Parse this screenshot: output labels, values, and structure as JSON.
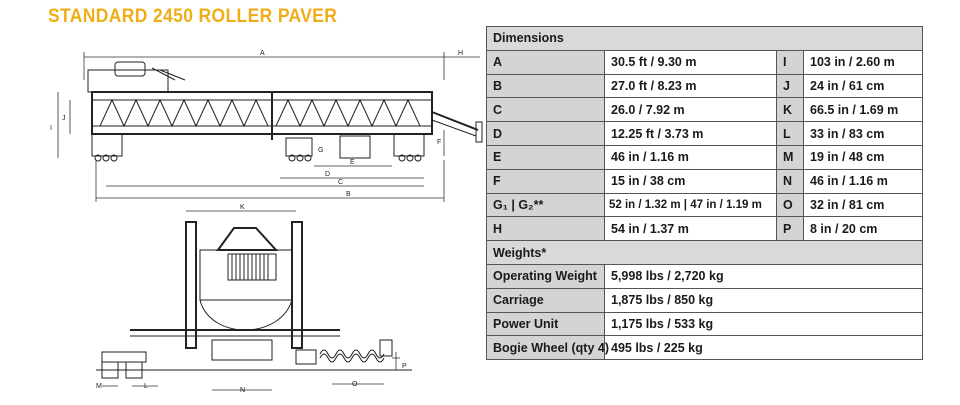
{
  "title": "STANDARD 2450 ROLLER PAVER",
  "diagram": {
    "labels": [
      "A",
      "H",
      "I",
      "J",
      "F",
      "G",
      "E",
      "D",
      "C",
      "B",
      "K",
      "M",
      "L",
      "N",
      "O",
      "P"
    ]
  },
  "dimensions": {
    "header": "Dimensions",
    "rows": [
      {
        "left_label": "A",
        "left_value": "30.5 ft / 9.30 m",
        "right_label": "I",
        "right_value": "103 in / 2.60 m"
      },
      {
        "left_label": "B",
        "left_value": "27.0 ft / 8.23 m",
        "right_label": "J",
        "right_value": "24 in / 61 cm"
      },
      {
        "left_label": "C",
        "left_value": "26.0 / 7.92 m",
        "right_label": "K",
        "right_value": "66.5 in / 1.69 m"
      },
      {
        "left_label": "D",
        "left_value": "12.25 ft / 3.73 m",
        "right_label": "L",
        "right_value": "33 in / 83 cm"
      },
      {
        "left_label": "E",
        "left_value": "46 in / 1.16 m",
        "right_label": "M",
        "right_value": "19 in / 48 cm"
      },
      {
        "left_label": "F",
        "left_value": "15 in / 38 cm",
        "right_label": "N",
        "right_value": "46 in / 1.16 m"
      },
      {
        "left_label": "G₁ | G₂**",
        "left_value": "52 in / 1.32 m | 47 in / 1.19 m",
        "right_label": "O",
        "right_value": "32 in / 81 cm"
      },
      {
        "left_label": "H",
        "left_value": "54 in / 1.37 m",
        "right_label": "P",
        "right_value": "8 in / 20 cm"
      }
    ]
  },
  "weights": {
    "header": "Weights*",
    "rows": [
      {
        "label": "Operating Weight",
        "value": "5,998 lbs / 2,720 kg"
      },
      {
        "label": "Carriage",
        "value": "1,875 lbs / 850 kg"
      },
      {
        "label": "Power Unit",
        "value": "1,175 lbs / 533 kg"
      },
      {
        "label": "Bogie Wheel (qty 4)",
        "value": "495 lbs / 225 kg"
      }
    ]
  },
  "colors": {
    "title": "#f0ad17",
    "label_bg": "#d4d4d4",
    "border": "#555555"
  }
}
